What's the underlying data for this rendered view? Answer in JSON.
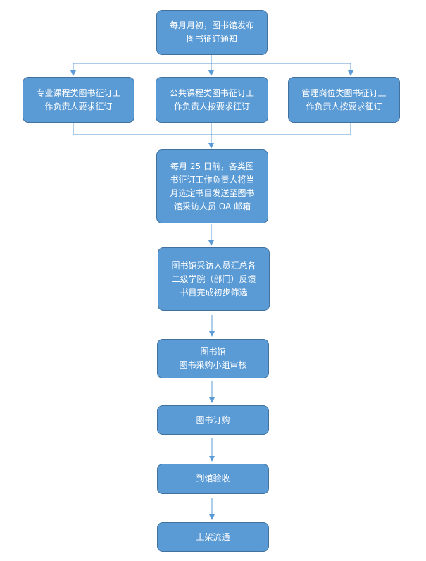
{
  "nodes": {
    "n1": "每月月初，图书馆发布\n图书征订通知",
    "n2a": "专业课程类图书征订工\n作负责人要求征订",
    "n2b": "公共课程类图书征订工\n作负责人按要求征订",
    "n2c": "管理岗位类图书征订工\n作负责人按要求征订",
    "n3": "每月 25 日前，各类图\n书征订工作负责人将当\n月选定书目发送至图书\n馆采访人员 OA 邮箱",
    "n4": "图书馆采访人员汇总各\n二级学院（部门）反馈\n书目完成初步筛选",
    "n5": "图书馆\n图书采购小组审核",
    "n6": "图书订购",
    "n7": "到馆验收",
    "n8": "上架流通"
  },
  "colors": {
    "node_fill": "#5b9bd5",
    "node_border": "#41719c",
    "node_text": "#ffffff",
    "connector": "#5b9bd5"
  }
}
